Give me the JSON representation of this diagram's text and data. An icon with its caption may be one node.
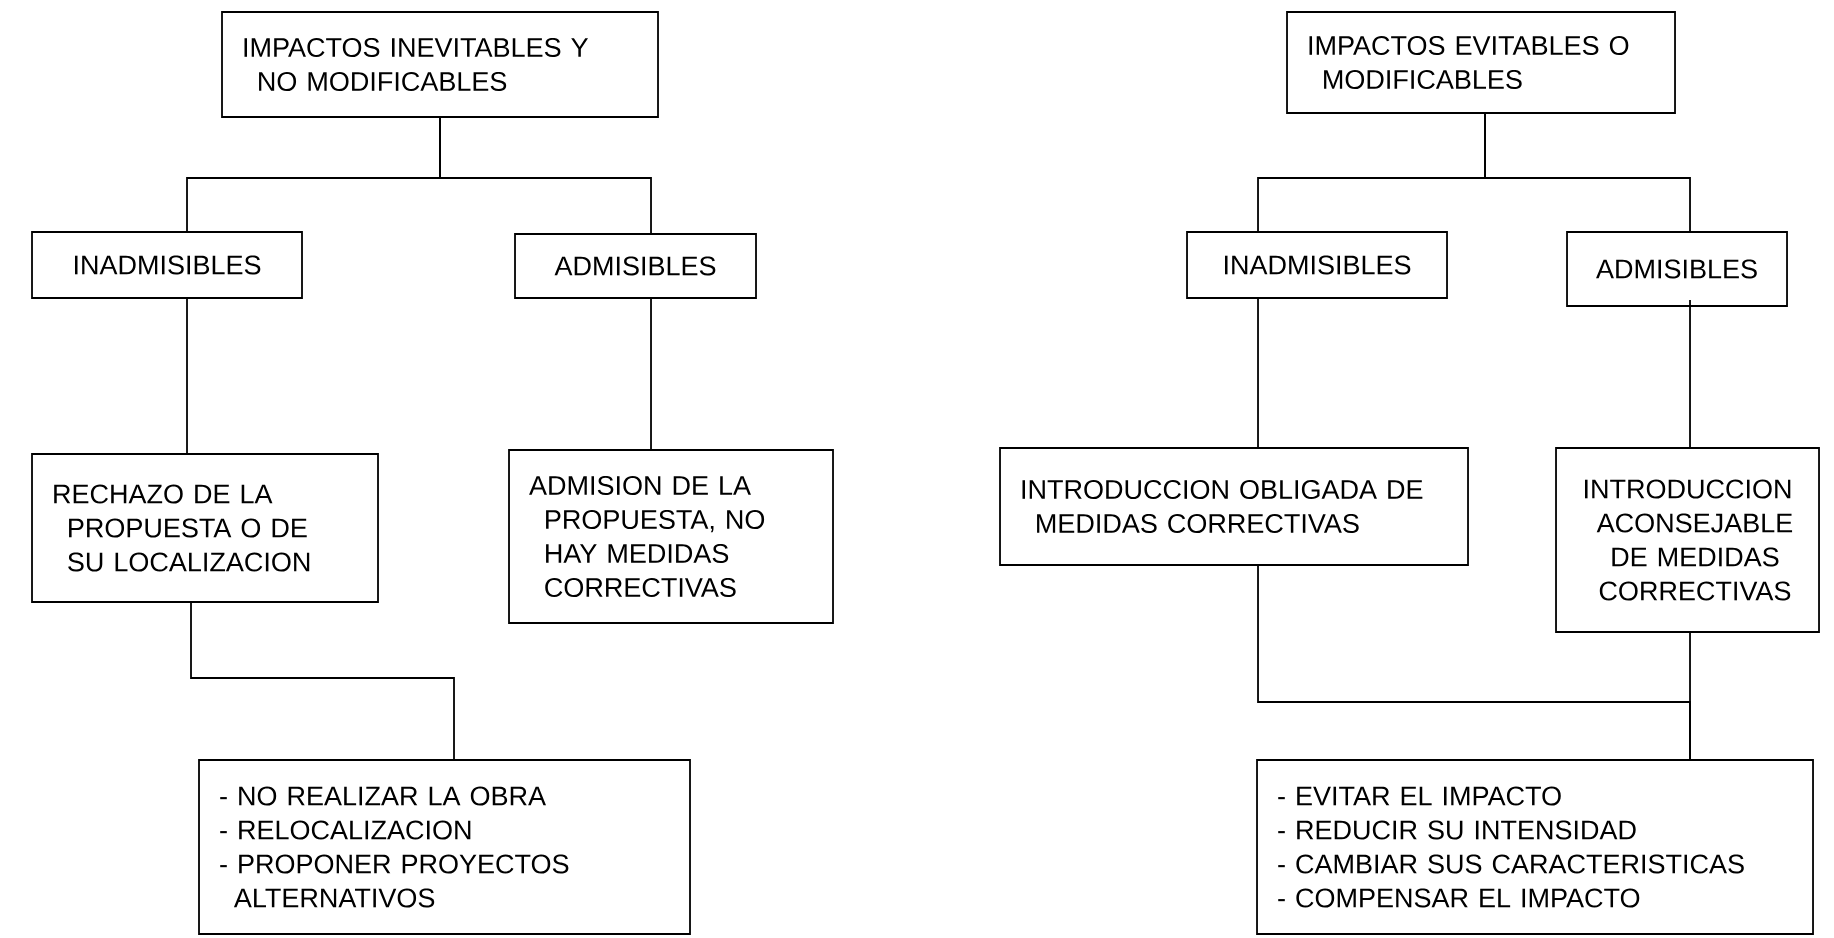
{
  "diagram": {
    "nodes": [
      {
        "text": [
          "IMPACTOS INEVITABLES Y NO MODIFICABLES"
        ]
      },
      {
        "text": [
          "INADMISIBLES"
        ]
      },
      {
        "text": [
          "ADMISIBLES"
        ]
      },
      {
        "text": [
          "RECHAZO DE LA PROPUESTA O DE SU LOCALIZACION"
        ]
      },
      {
        "text": [
          "ADMISION DE LA PROPUESTA, NO HAY MEDIDAS CORRECTIVAS"
        ]
      },
      {
        "text": [
          "- NO REALIZAR LA OBRA",
          "- RELOCALIZACION",
          "- PROPONER PROYECTOS ALTERNATIVOS"
        ]
      },
      {
        "text": [
          "IMPACTOS EVITABLES O MODIFICABLES"
        ]
      },
      {
        "text": [
          "INADMISIBLES"
        ]
      },
      {
        "text": [
          "ADMISIBLES"
        ]
      },
      {
        "text": [
          "INTRODUCCION OBLIGADA DE MEDIDAS CORRECTIVAS"
        ]
      },
      {
        "text": [
          "INTRODUCCION ACONSEJABLE DE MEDIDAS CORRECTIVAS"
        ]
      },
      {
        "text": [
          "- EVITAR EL IMPACTO",
          "- REDUCIR SU INTENSIDAD",
          "- CAMBIAR SUS CARACTERISTICAS",
          "- COMPENSAR EL IMPACTO"
        ]
      }
    ],
    "edges": [
      {
        "from": 0,
        "to": 1,
        "arrow": "none"
      },
      {
        "from": 0,
        "to": 2,
        "arrow": "none"
      },
      {
        "from": 1,
        "to": 3,
        "arrow": "none"
      },
      {
        "from": 2,
        "to": 4,
        "arrow": "none"
      },
      {
        "from": 3,
        "to": 5,
        "arrow": "none"
      },
      {
        "from": 6,
        "to": 7,
        "arrow": "none"
      },
      {
        "from": 6,
        "to": 8,
        "arrow": "none"
      },
      {
        "from": 7,
        "to": 9,
        "arrow": "none"
      },
      {
        "from": 8,
        "to": 10,
        "arrow": "none"
      },
      {
        "from": 9,
        "to": 11,
        "arrow": "none"
      },
      {
        "from": 10,
        "to": 11,
        "arrow": "none"
      }
    ]
  }
}
